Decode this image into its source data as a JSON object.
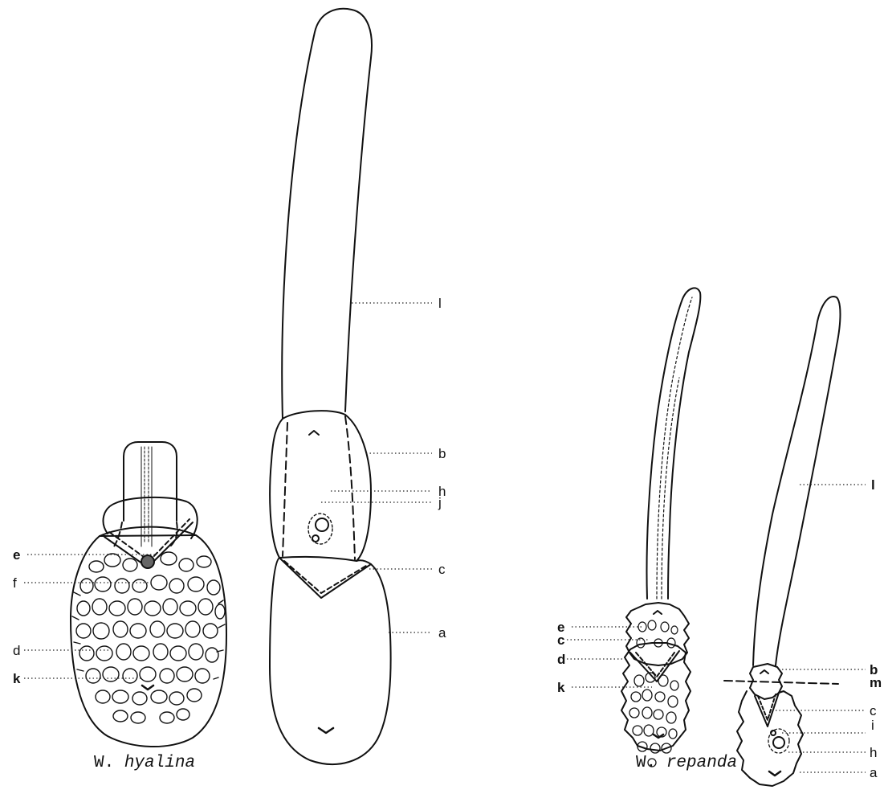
{
  "captions": {
    "left": {
      "genus": "W.",
      "species": "hyalina"
    },
    "right": {
      "genus": "W.",
      "species": "repanda"
    }
  },
  "labels": {
    "l": "l",
    "b": "b",
    "h": "h",
    "j": "j",
    "c": "c",
    "a": "a",
    "e": "e",
    "f": "f",
    "d": "d",
    "k": "k",
    "m": "m",
    "i": "i"
  }
}
